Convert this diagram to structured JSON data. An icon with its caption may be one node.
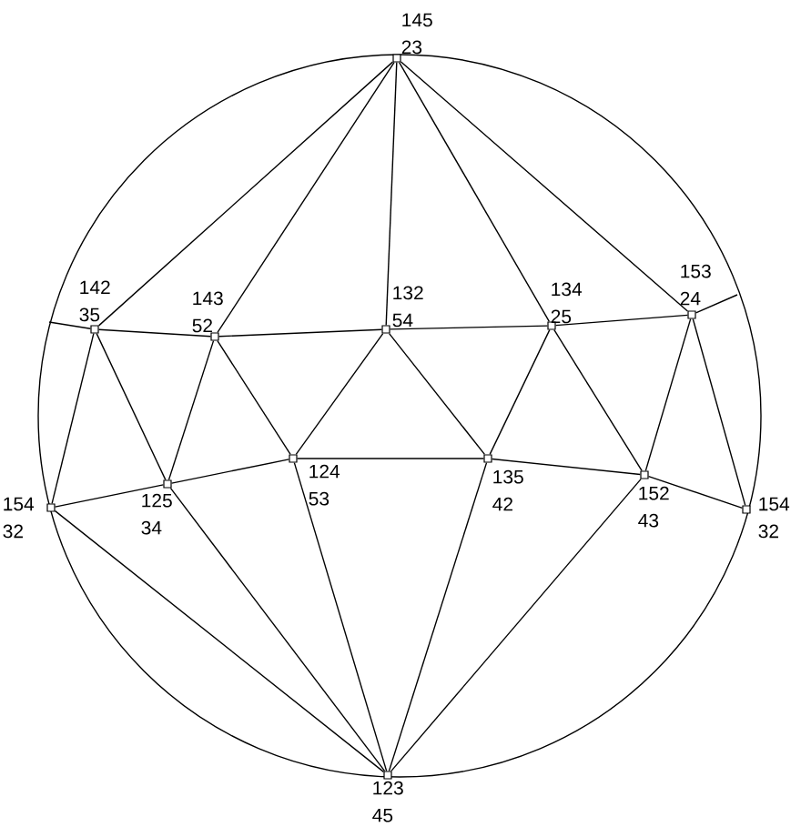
{
  "diagram": {
    "nodes": [
      {
        "text": [],
        "shape": "box",
        "beside": [
          "145",
          "23"
        ]
      },
      {
        "text": [],
        "shape": "box",
        "beside": [
          "142",
          "35"
        ]
      },
      {
        "text": [],
        "shape": "box",
        "beside": [
          "143",
          "52"
        ]
      },
      {
        "text": [],
        "shape": "box",
        "beside": [
          "132",
          "54"
        ]
      },
      {
        "text": [],
        "shape": "box",
        "beside": [
          "134",
          "25"
        ]
      },
      {
        "text": [],
        "shape": "box",
        "beside": [
          "153",
          "24"
        ]
      },
      {
        "text": [],
        "shape": "box",
        "beside": [
          "154",
          "32"
        ]
      },
      {
        "text": [],
        "shape": "box",
        "beside": [
          "125",
          "34"
        ]
      },
      {
        "text": [],
        "shape": "box",
        "beside": [
          "124",
          "53"
        ]
      },
      {
        "text": [],
        "shape": "box",
        "beside": [
          "135",
          "42"
        ]
      },
      {
        "text": [],
        "shape": "box",
        "beside": [
          "152",
          "43"
        ]
      },
      {
        "text": [],
        "shape": "box",
        "beside": [
          "154",
          "32"
        ]
      },
      {
        "text": [],
        "shape": "box",
        "beside": [
          "123",
          "45"
        ]
      }
    ],
    "edges": [
      {
        "from": 0,
        "to": 1,
        "arrow": "none"
      },
      {
        "from": 0,
        "to": 2,
        "arrow": "none"
      },
      {
        "from": 0,
        "to": 3,
        "arrow": "none"
      },
      {
        "from": 0,
        "to": 4,
        "arrow": "none"
      },
      {
        "from": 0,
        "to": 5,
        "arrow": "none"
      },
      {
        "from": 1,
        "to": null,
        "arrow": "none"
      },
      {
        "from": 1,
        "to": 2,
        "arrow": "none"
      },
      {
        "from": 2,
        "to": 3,
        "arrow": "none"
      },
      {
        "from": 3,
        "to": 4,
        "arrow": "none"
      },
      {
        "from": 4,
        "to": 5,
        "arrow": "none"
      },
      {
        "from": 5,
        "to": null,
        "arrow": "none"
      },
      {
        "from": 1,
        "to": 6,
        "arrow": "none"
      },
      {
        "from": 1,
        "to": 7,
        "arrow": "none"
      },
      {
        "from": 2,
        "to": 7,
        "arrow": "none"
      },
      {
        "from": 2,
        "to": 8,
        "arrow": "none"
      },
      {
        "from": 3,
        "to": 8,
        "arrow": "none"
      },
      {
        "from": 3,
        "to": 9,
        "arrow": "none"
      },
      {
        "from": 4,
        "to": 9,
        "arrow": "none"
      },
      {
        "from": 4,
        "to": 10,
        "arrow": "none"
      },
      {
        "from": 5,
        "to": 10,
        "arrow": "none"
      },
      {
        "from": 5,
        "to": 11,
        "arrow": "none"
      },
      {
        "from": 6,
        "to": 7,
        "arrow": "none"
      },
      {
        "from": 7,
        "to": 8,
        "arrow": "none"
      },
      {
        "from": 8,
        "to": 9,
        "arrow": "none"
      },
      {
        "from": 9,
        "to": 10,
        "arrow": "none"
      },
      {
        "from": 10,
        "to": 11,
        "arrow": "none"
      },
      {
        "from": 12,
        "to": 6,
        "arrow": "none"
      },
      {
        "from": 12,
        "to": 7,
        "arrow": "none"
      },
      {
        "from": 12,
        "to": 8,
        "arrow": "none"
      },
      {
        "from": 12,
        "to": 9,
        "arrow": "none"
      },
      {
        "from": 12,
        "to": 10,
        "arrow": "none"
      }
    ]
  }
}
